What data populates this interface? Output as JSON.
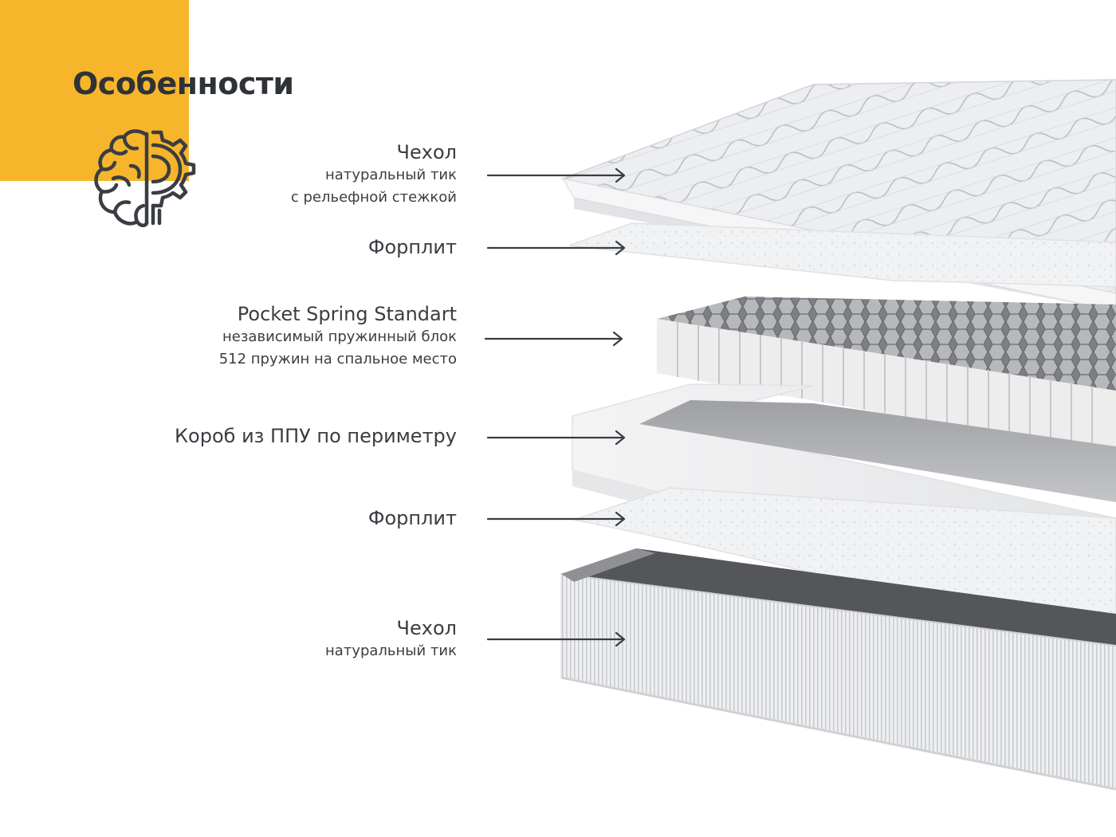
{
  "header": {
    "title": "Особенности"
  },
  "icon": {
    "name": "brain-gear-icon"
  },
  "colors": {
    "accent": "#f7b52b",
    "text": "#3a3d42",
    "dark_layer": "#4a4b4f"
  },
  "layers": [
    {
      "title": "Чехол",
      "subtitle_lines": [
        "натуральный тик",
        "с рельефной стежкой"
      ]
    },
    {
      "title": "Форплит",
      "subtitle_lines": []
    },
    {
      "title": "Pocket Spring Standart",
      "subtitle_lines": [
        "независимый пружинный блок",
        "512 пружин на спальное место"
      ]
    },
    {
      "title": "Короб из ППУ по периметру",
      "subtitle_lines": []
    },
    {
      "title": "Форплит",
      "subtitle_lines": []
    },
    {
      "title": "Чехол",
      "subtitle_lines": [
        "натуральный тик"
      ]
    }
  ]
}
